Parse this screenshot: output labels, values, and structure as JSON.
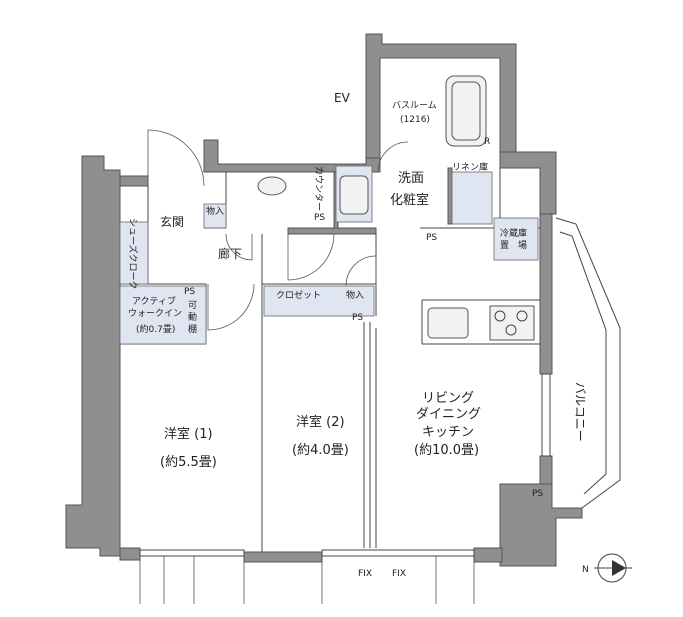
{
  "labels": {
    "ev": "EV",
    "bathroom": "バスルーム",
    "bathroom_size": "(1216)",
    "washroom_1": "洗面",
    "washroom_2": "化粧室",
    "linen": "リネン庫",
    "counter": "カウンター",
    "fridge_1": "冷蔵庫",
    "fridge_2": "置　場",
    "entrance": "玄関",
    "corridor": "廊下",
    "storage": "物入",
    "storage2": "物入",
    "shoes_cloak": "シューズクローク",
    "ps": "PS",
    "ps2": "PS",
    "ps3": "PS",
    "ps4": "PS",
    "ps5": "PS",
    "closet": "クロゼット",
    "wic_1": "アクティブ",
    "wic_2": "ウォークイン",
    "wic_3": "(約0.7畳)",
    "movable_shelf_1": "可",
    "movable_shelf_2": "動",
    "movable_shelf_3": "棚",
    "room1": "洋室 (1)",
    "room1_size": "(約5.5畳)",
    "room2": "洋室 (2)",
    "room2_size": "(約4.0畳)",
    "ldk_1": "リビング",
    "ldk_2": "ダイニング",
    "ldk_3": "キッチン",
    "ldk_size": "(約10.0畳)",
    "balcony": "バルコニー",
    "fix1": "FIX",
    "fix2": "FIX",
    "compass_n": "N",
    "r_mark": "R"
  },
  "colors": {
    "wall": "#8f8f8f",
    "storage_fill": "#dfe6f1",
    "fixture": "#f2f2f2"
  }
}
